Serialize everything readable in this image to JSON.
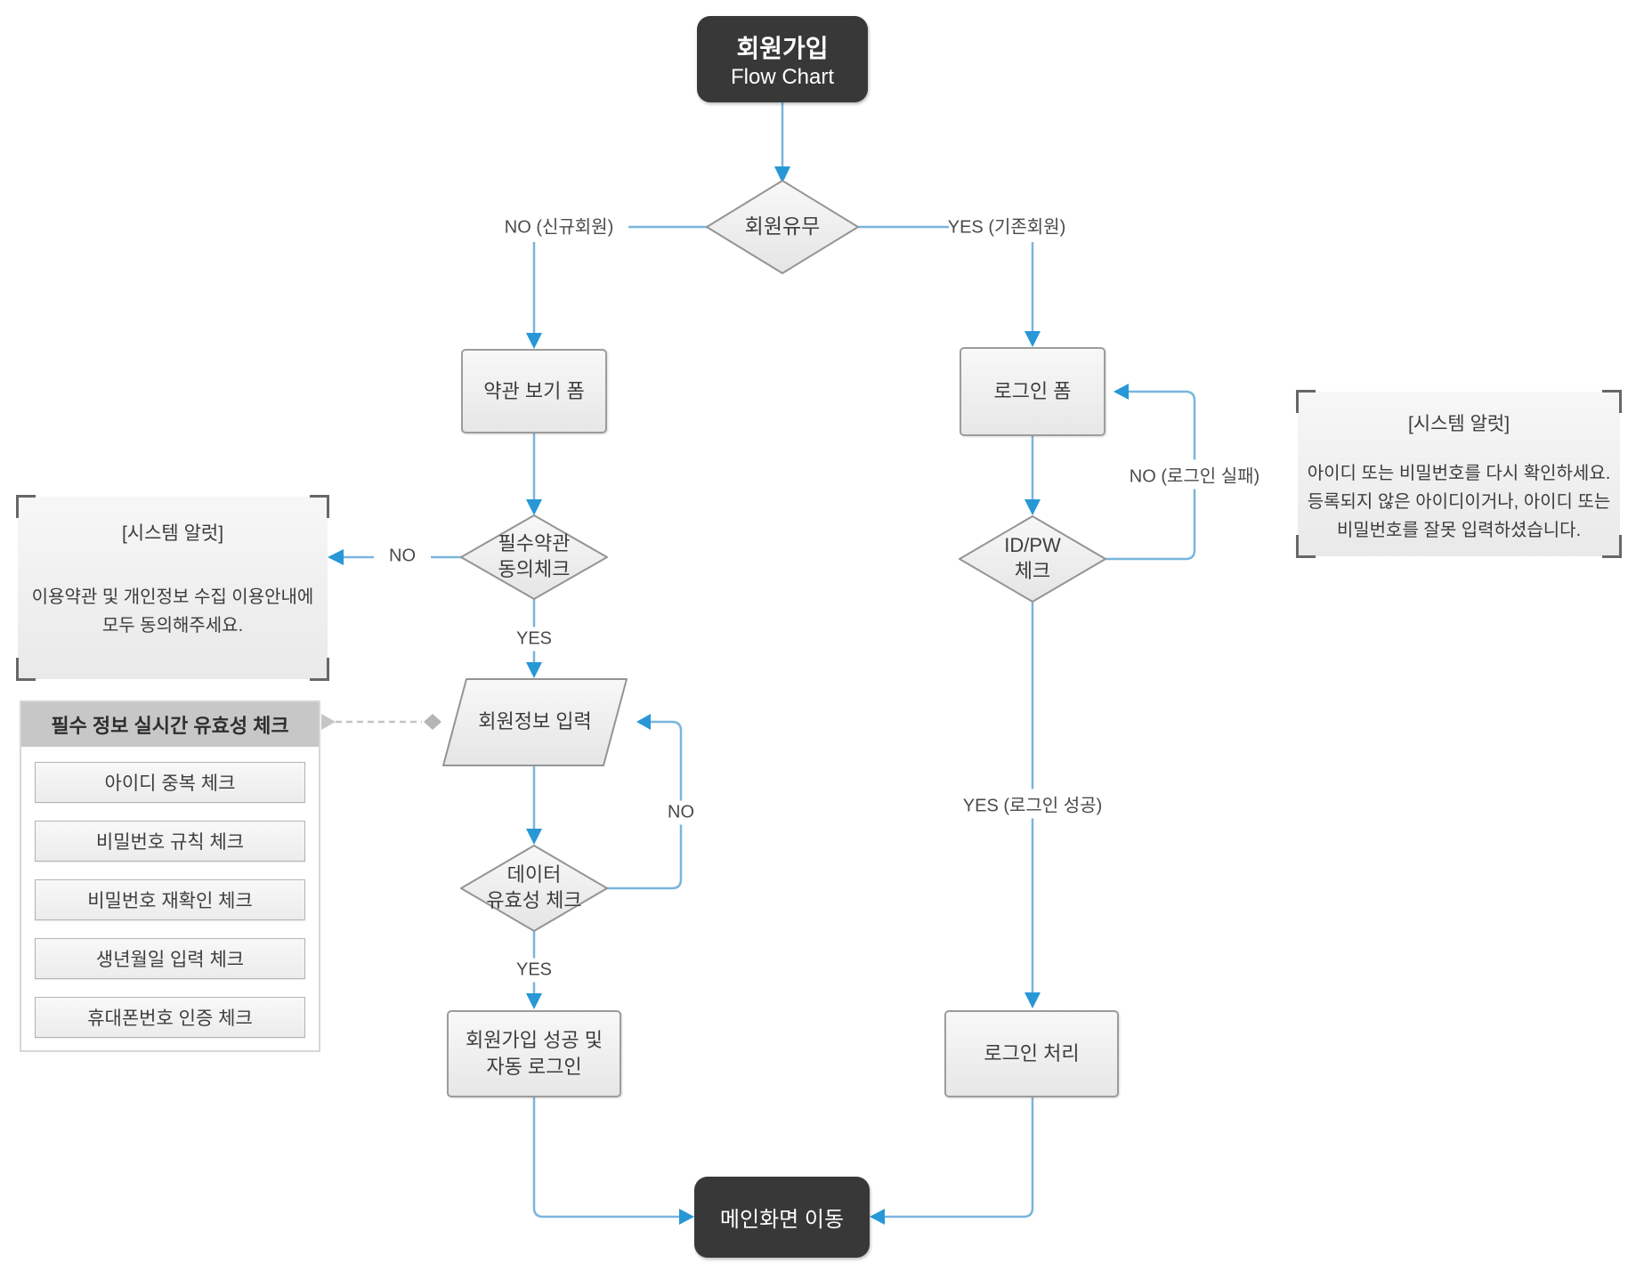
{
  "title": {
    "line1": "회원가입",
    "line2": "Flow Chart"
  },
  "nodes": {
    "membership_check": "회원유무",
    "terms_form": "약관 보기 폼",
    "terms_agree_check": "필수약관\n동의체크",
    "member_info_input": "회원정보 입력",
    "data_validity_check": "데이터\n유효성 체크",
    "signup_success": "회원가입 성공 및\n자동 로그인",
    "login_form": "로그인 폼",
    "idpw_check": "ID/PW\n체크",
    "login_process": "로그인 처리",
    "main_screen": "메인화면 이동"
  },
  "edge_labels": {
    "no_new_member": "NO (신규회원)",
    "yes_existing_member": "YES (기존회원)",
    "no_terms": "NO",
    "yes_terms": "YES",
    "no_validity": "NO",
    "yes_validity": "YES",
    "no_login_fail": "NO (로그인 실패)",
    "yes_login_success": "YES (로그인 성공)"
  },
  "alerts": {
    "terms": {
      "title": "[시스템 알럿]",
      "body": "이용약관 및 개인정보 수집 이용안내에\n모두 동의해주세요."
    },
    "login": {
      "title": "[시스템 알럿]",
      "body": "아이디 또는 비밀번호를 다시 확인하세요.\n등록되지 않은 아이디이거나, 아이디 또는\n비밀번호를 잘못 입력하셨습니다."
    }
  },
  "validation_panel": {
    "header": "필수 정보 실시간 유효성 체크",
    "items": [
      "아이디 중복 체크",
      "비밀번호 규칙 체크",
      "비밀번호 재확인 체크",
      "생년월일 입력 체크",
      "휴대폰번호 인증 체크"
    ]
  },
  "colors": {
    "connector_line": "#79b5dd",
    "arrowhead": "#2897d6",
    "node_fill_light": "#efefef",
    "node_border": "#969696",
    "terminator_fill": "#383838",
    "panel_header_bg": "#c7c7c7",
    "dashed_connector": "#c4c4c4"
  }
}
